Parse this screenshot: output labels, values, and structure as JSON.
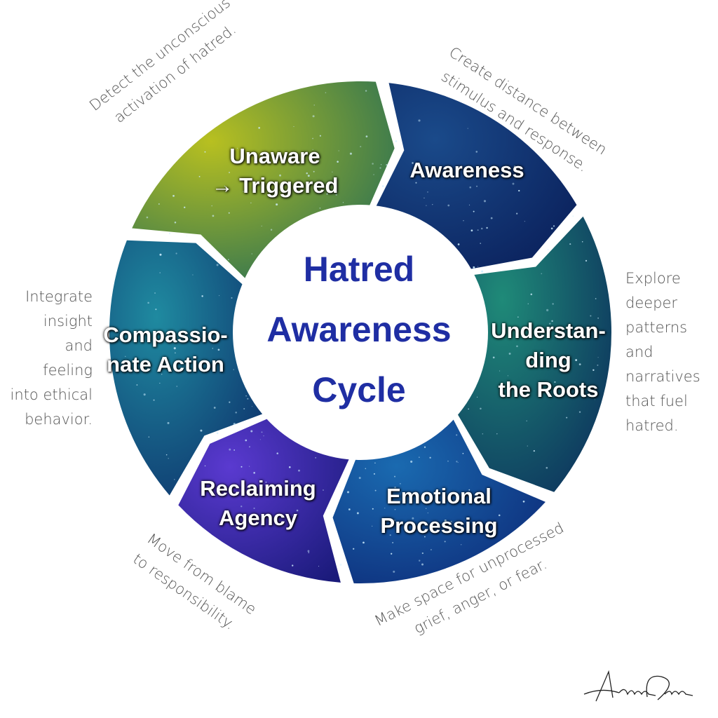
{
  "title": {
    "line1": "Hatred",
    "line2": "Awareness",
    "line3": "Cycle"
  },
  "segments": [
    {
      "line1": "Unaware",
      "line2": "→ Triggered",
      "color_a": "#b8c020",
      "color_b": "#1f6a58",
      "description": [
        "Detect the unconscious",
        "activation of hatred."
      ]
    },
    {
      "line1": "Awareness",
      "color_a": "#1a4a8a",
      "color_b": "#0a1f5a",
      "description": [
        "Create distance between",
        "stimulus and response."
      ]
    },
    {
      "line1": "Understan-",
      "line2": "ding",
      "line3": "the Roots",
      "color_a": "#1f8a78",
      "color_b": "#0c2f5c",
      "description": [
        "Explore",
        "deeper",
        "patterns",
        "and",
        "narratives",
        "that fuel",
        "hatred."
      ]
    },
    {
      "line1": "Emotional",
      "line2": "Processing",
      "color_a": "#1a6ab0",
      "color_b": "#0d2a78",
      "description": [
        "Make space for unprocessed",
        "grief, anger, or fear."
      ]
    },
    {
      "line1": "Reclaiming",
      "line2": "Agency",
      "color_a": "#5a3ad0",
      "color_b": "#1a1a7a",
      "description": [
        "Move from blame",
        "to responsibility."
      ]
    },
    {
      "line1": "Compassio-",
      "line2": "nate Action",
      "color_a": "#1f8aa0",
      "color_b": "#0d2f6a",
      "description": [
        "Integrate",
        "insight",
        "and",
        "feeling",
        "into ethical",
        "behavior."
      ]
    }
  ],
  "signature": "Angelos Devlopas"
}
